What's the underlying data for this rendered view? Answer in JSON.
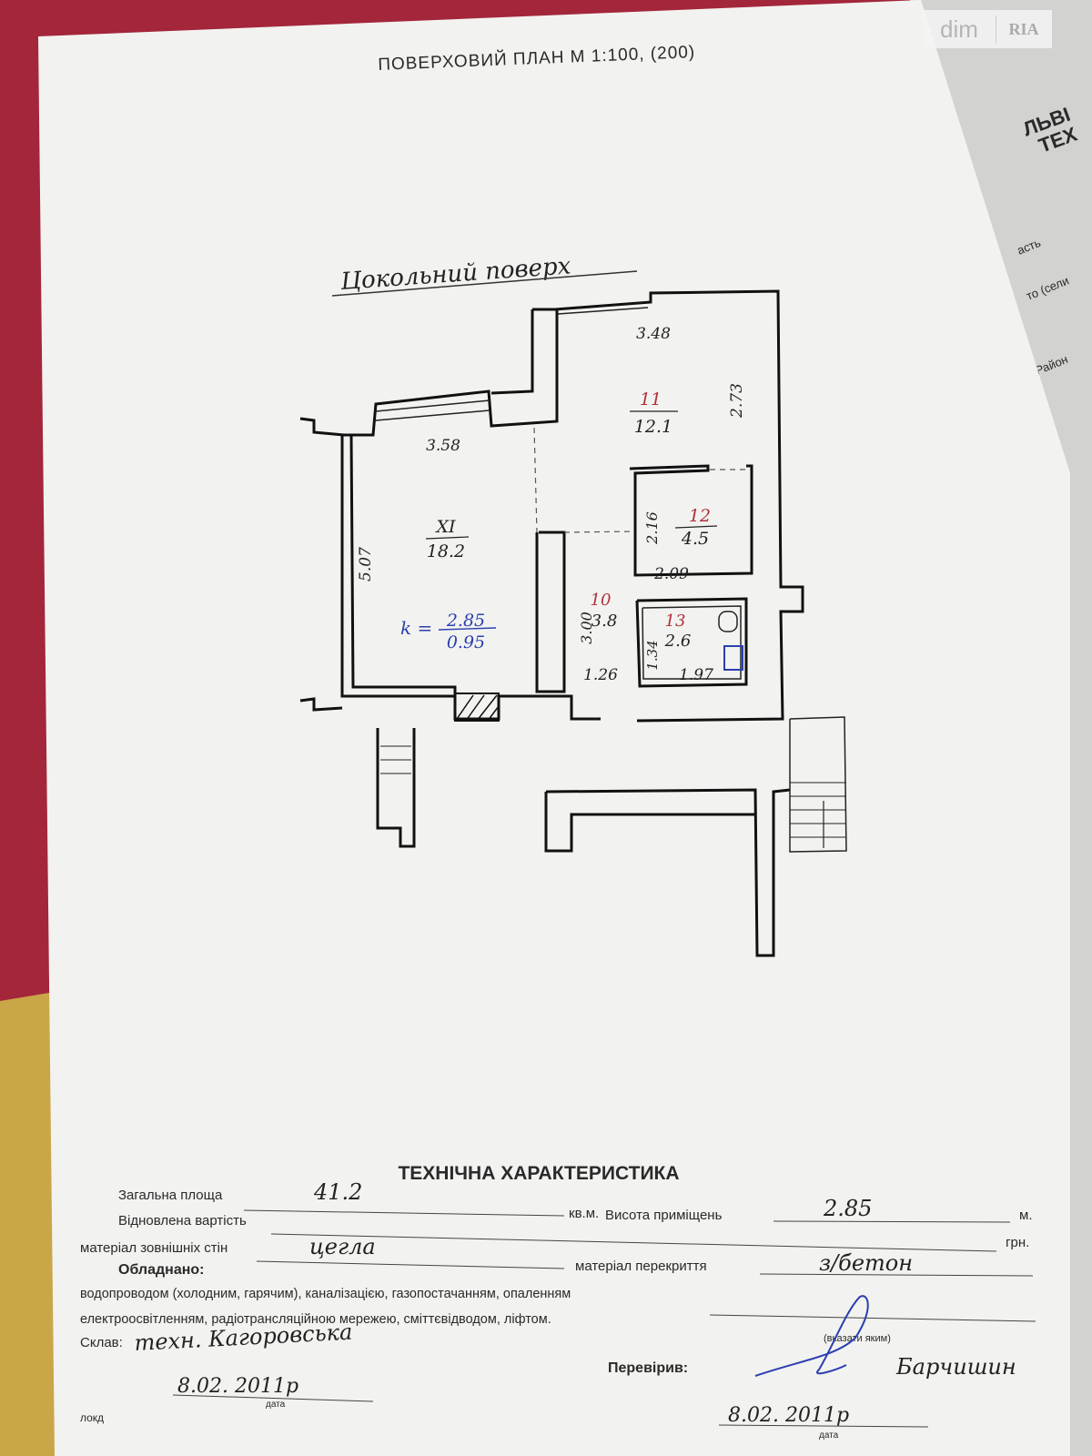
{
  "watermark": {
    "brand": "dim",
    "partner": "RIA"
  },
  "side_document": {
    "heading_line1": "ЛЬВІ",
    "heading_line2": "ТЕХ",
    "field1": "асть",
    "field2": "то (сели",
    "field3": "Район"
  },
  "plan": {
    "title": "ПОВЕРХОВИЙ ПЛАН М 1:100, (200)",
    "floor_name": "Цокольний поверх",
    "rooms": [
      {
        "number": "XI",
        "area": "18.2"
      },
      {
        "number": "11",
        "area": "12.1"
      },
      {
        "number": "12",
        "area": "4.5"
      },
      {
        "number": "10",
        "area": "3.8"
      },
      {
        "number": "13",
        "area": "2.6"
      }
    ],
    "coefficient": {
      "prefix": "k =",
      "numerator": "2.85",
      "denominator": "0.95"
    },
    "dimensions": {
      "d1": "3.48",
      "d2": "2.73",
      "d3": "3.58",
      "d4": "5.07",
      "d5": "2.16",
      "d6": "2.09",
      "d7": "3.00",
      "d8": "1.26",
      "d9": "1.34",
      "d10": "1.97"
    }
  },
  "tech": {
    "heading": "ТЕХНІЧНА ХАРАКТЕРИСТИКА",
    "total_area_label": "Загальна площа",
    "total_area_value": "41.2",
    "total_area_unit": "кв.м.",
    "height_label": "Висота приміщень",
    "height_value": "2.85",
    "height_unit": "м.",
    "cost_label": "Відновлена вартість",
    "cost_unit": "грн.",
    "walls_label": "матеріал зовнішніх стін",
    "walls_value": "цегла",
    "ceiling_label": "матеріал перекриття",
    "ceiling_value": "з/бетон",
    "equipped_label": "Обладнано:",
    "equipped_line1": "водопроводом (холодним, гарячим), каналізацією, газопостачанням, опаленням",
    "equipped_line2": "електроосвітленням, радіотрансляційною мережею, сміттєвідводом, ліфтом.",
    "specify_hint": "(вказати яким)",
    "compiled_label": "Склав:",
    "compiled_value": "техн. Кагоровська",
    "compiled_date": "8.02. 2011р",
    "date_caption": "дата",
    "checked_label": "Перевірив:",
    "checked_value": "Барчишин",
    "checked_date": "8.02. 2011р",
    "footer_fragment": "локд"
  }
}
